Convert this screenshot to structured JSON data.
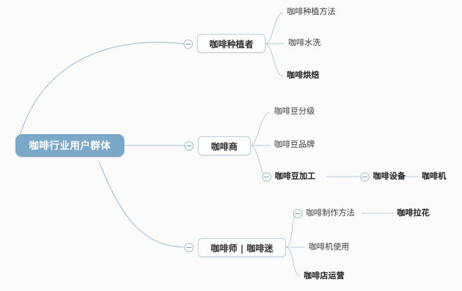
{
  "diagram": {
    "type": "mind-map",
    "title": "咖啡行业用户群体",
    "background_color": "#fbfbfb",
    "root_color": "#7aa8c9",
    "edge_color": "#a9c3d6",
    "root": {
      "label": "咖啡行业用户群体"
    },
    "branches": [
      {
        "label": "咖啡种植者",
        "toggle": "collapse-minus",
        "children": [
          {
            "label": "咖啡种植方法",
            "bold": false
          },
          {
            "label": "咖啡水洗",
            "bold": false
          },
          {
            "label": "咖啡烘焙",
            "bold": true
          }
        ]
      },
      {
        "label": "咖啡商",
        "toggle": "collapse-minus",
        "children": [
          {
            "label": "咖啡豆分级",
            "bold": false
          },
          {
            "label": "咖啡豆品牌",
            "bold": false
          },
          {
            "label": "咖啡豆加工",
            "bold": true,
            "toggle": "collapse-minus"
          },
          {
            "label": "咖啡设备",
            "bold": true,
            "toggle": "collapse-minus"
          },
          {
            "label": "咖啡机",
            "bold": true
          }
        ]
      },
      {
        "label": "咖啡师 | 咖啡迷",
        "toggle": "collapse-minus",
        "children": [
          {
            "label": "咖啡制作方法",
            "bold": false,
            "toggle": "collapse-minus"
          },
          {
            "label": "咖啡拉花",
            "bold": true
          },
          {
            "label": "咖啡机使用",
            "bold": false
          },
          {
            "label": "咖啡店运营",
            "bold": true
          }
        ]
      }
    ]
  }
}
